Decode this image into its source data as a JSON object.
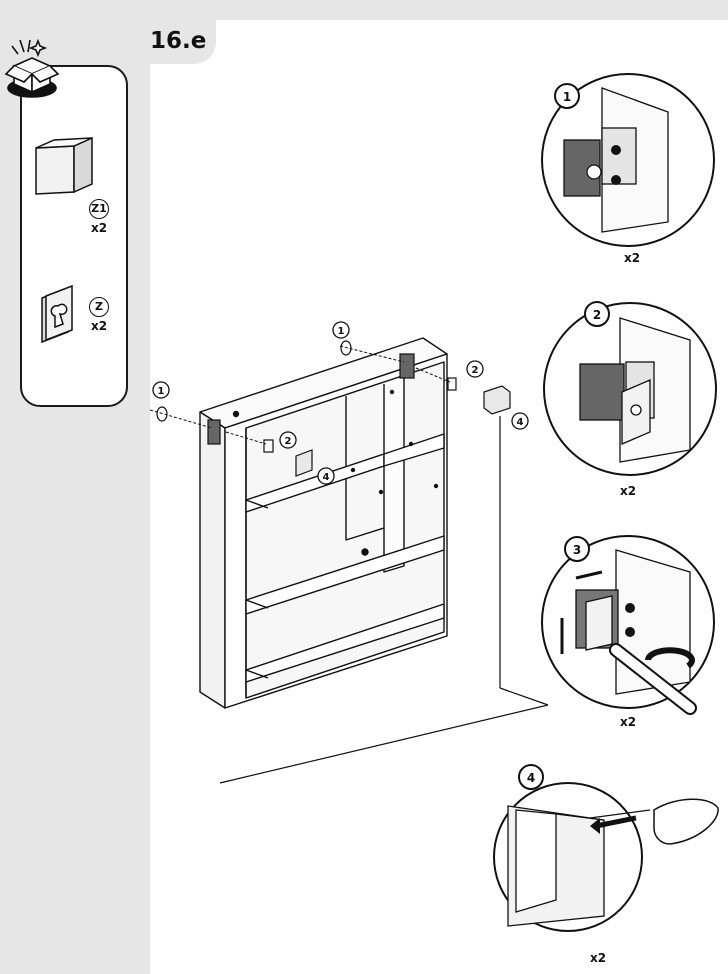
{
  "step": {
    "number": "16.e"
  },
  "parts": [
    {
      "code": "Z1",
      "qty": "x2",
      "icon": "corner-bracket-icon"
    },
    {
      "code": "Z",
      "qty": "x2",
      "icon": "keyhole-hanger-icon"
    }
  ],
  "main_callouts": [
    "1",
    "2",
    "4",
    "1",
    "2",
    "4"
  ],
  "details": [
    {
      "number": "1",
      "qty": "x2"
    },
    {
      "number": "2",
      "qty": "x2"
    },
    {
      "number": "3",
      "qty": "x2"
    },
    {
      "number": "4",
      "qty": "x2"
    }
  ]
}
